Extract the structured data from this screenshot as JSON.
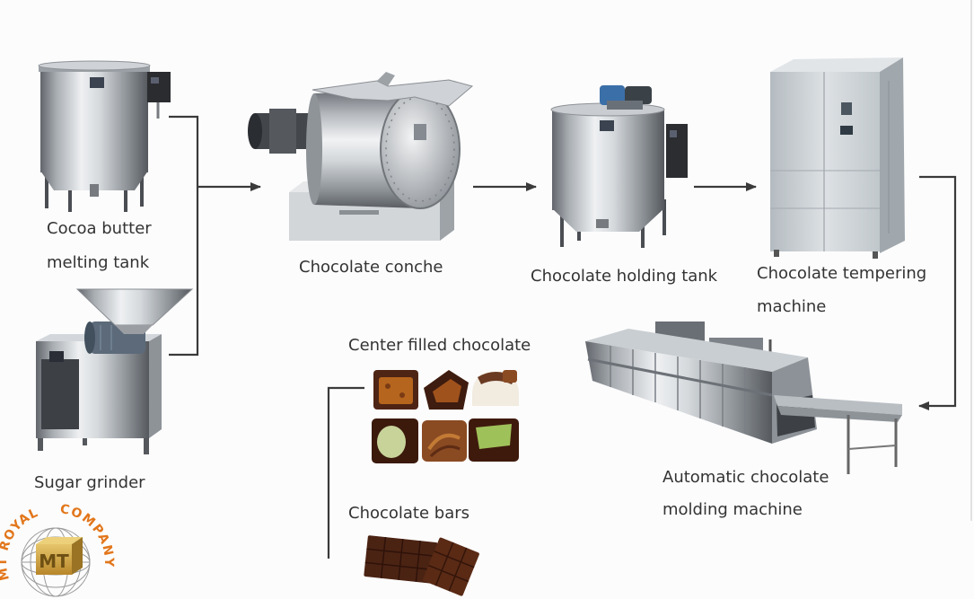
{
  "diagram": {
    "stages": {
      "cocoa_butter_melting_tank": {
        "label_line1": "Cocoa butter",
        "label_line2": "melting tank"
      },
      "sugar_grinder": {
        "label": "Sugar grinder"
      },
      "chocolate_conche": {
        "label": "Chocolate conche"
      },
      "chocolate_holding_tank": {
        "label": "Chocolate holding tank"
      },
      "chocolate_tempering_machine": {
        "label_line1": "Chocolate tempering",
        "label_line2": "machine"
      },
      "automatic_chocolate_molding_machine": {
        "label_line1": "Automatic chocolate",
        "label_line2": "molding machine"
      }
    },
    "products": {
      "center_filled_chocolate": {
        "label": "Center filled chocolate"
      },
      "chocolate_bars": {
        "label": "Chocolate bars"
      }
    }
  },
  "logo": {
    "arc_left": "MT ROYAL",
    "arc_right": "COMPANY",
    "monogram": "MT"
  },
  "colors": {
    "background": "#fcfcfc",
    "label_text": "#333333",
    "arrow": "#3a3a3a",
    "logo_orange": "#e2761b",
    "logo_gold": "#c99a35"
  }
}
